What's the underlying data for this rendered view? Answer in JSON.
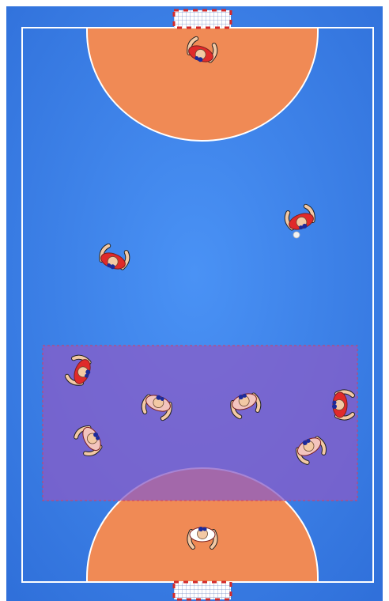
{
  "court": {
    "floor_color": "#3f86ef",
    "floor_edge_color": "#2f6fd9",
    "line_color": "#ffffff",
    "area_color": "#f08a55",
    "zone_color": "#8a5cc7",
    "zone_border_color": "#d04060"
  },
  "goals": [
    {
      "name": "goal-top",
      "post_color": "#d42a2a"
    },
    {
      "name": "goal-bottom",
      "post_color": "#d42a2a"
    }
  ],
  "teams": {
    "red": {
      "shirt": "#e02a2a",
      "skin": "#f3c9a4",
      "hair": "#1c2a9a"
    },
    "pink": {
      "shirt": "#f3c4be",
      "skin": "#f3c9a4",
      "hair": "#1c2a9a"
    },
    "white": {
      "shirt": "#ffffff",
      "skin": "#f3c9a4",
      "hair": "#1c2a9a"
    }
  },
  "players": [
    {
      "id": "red-goalkeeper",
      "team": "red"
    },
    {
      "id": "red-player-ball",
      "team": "red"
    },
    {
      "id": "red-player-left",
      "team": "red"
    },
    {
      "id": "red-player-zone-left",
      "team": "red"
    },
    {
      "id": "red-player-zone-right",
      "team": "red"
    },
    {
      "id": "pink-player-1",
      "team": "pink"
    },
    {
      "id": "pink-player-2",
      "team": "pink"
    },
    {
      "id": "pink-player-3",
      "team": "pink"
    },
    {
      "id": "pink-player-4",
      "team": "pink"
    },
    {
      "id": "white-goalkeeper",
      "team": "white"
    }
  ],
  "ball": {
    "color": "#f2f2f2"
  }
}
